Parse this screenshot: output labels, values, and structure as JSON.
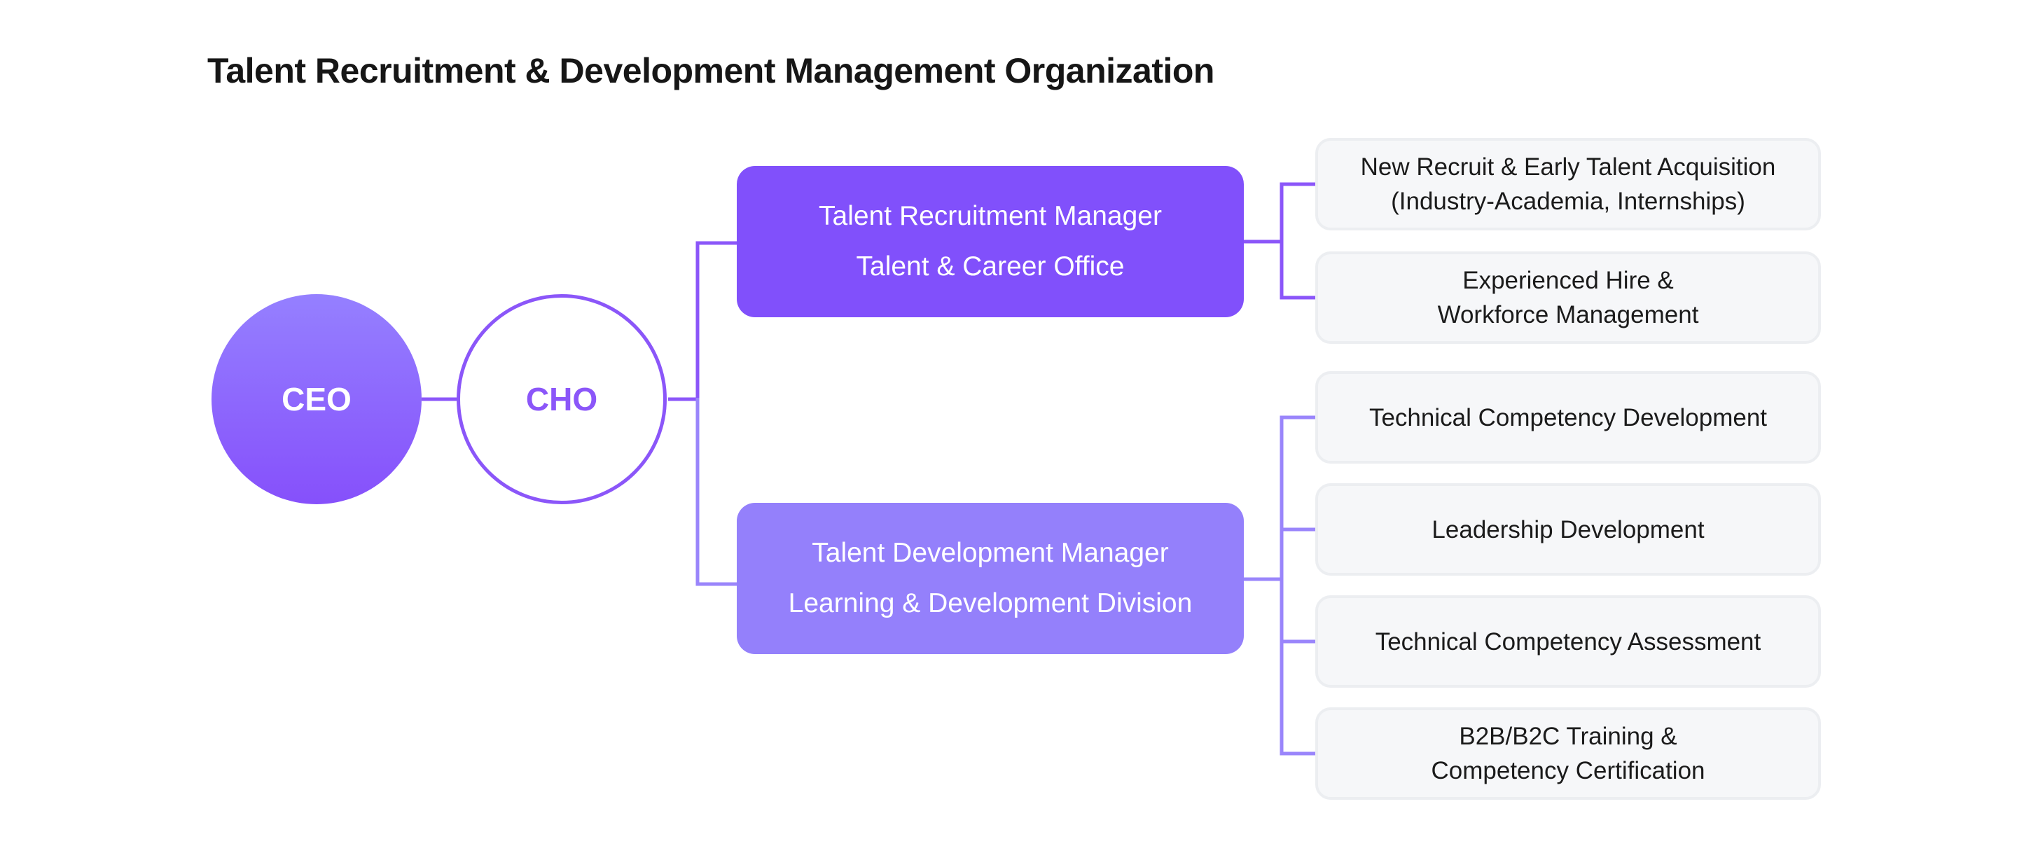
{
  "title": "Talent Recruitment & Development Management Organization",
  "colors": {
    "primary": "#8150fb",
    "secondary": "#9480fb",
    "connector_primary": "#8b56f9",
    "connector_secondary": "#9a85fb",
    "leaf_background": "#f6f7f9"
  },
  "ceo": {
    "label": "CEO"
  },
  "cho": {
    "label": "CHO"
  },
  "managers": [
    {
      "line1": "Talent Recruitment Manager",
      "line2": "Talent & Career Office",
      "children": [
        "New Recruit & Early Talent Acquisition\n(Industry-Academia, Internships)",
        "Experienced Hire &\nWorkforce Management"
      ]
    },
    {
      "line1": "Talent Development Manager",
      "line2": "Learning & Development Division",
      "children": [
        "Technical Competency Development",
        "Leadership Development",
        "Technical Competency Assessment",
        "B2B/B2C Training &\nCompetency Certification"
      ]
    }
  ]
}
